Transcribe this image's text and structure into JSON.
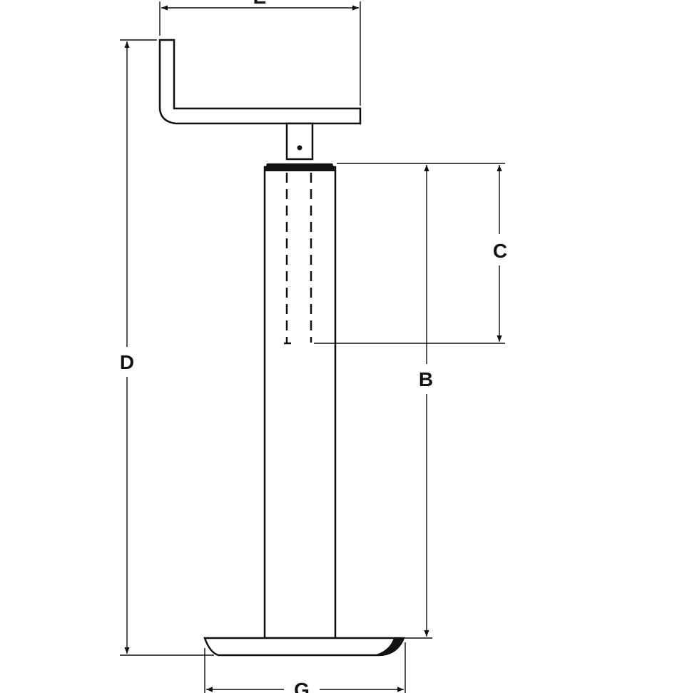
{
  "diagram": {
    "labels": {
      "top_width": "E",
      "stroke_c": "C",
      "height_b": "B",
      "height_d": "D",
      "foot_width": "G"
    },
    "colors": {
      "line": "#111111",
      "fill": "#ffffff"
    }
  }
}
